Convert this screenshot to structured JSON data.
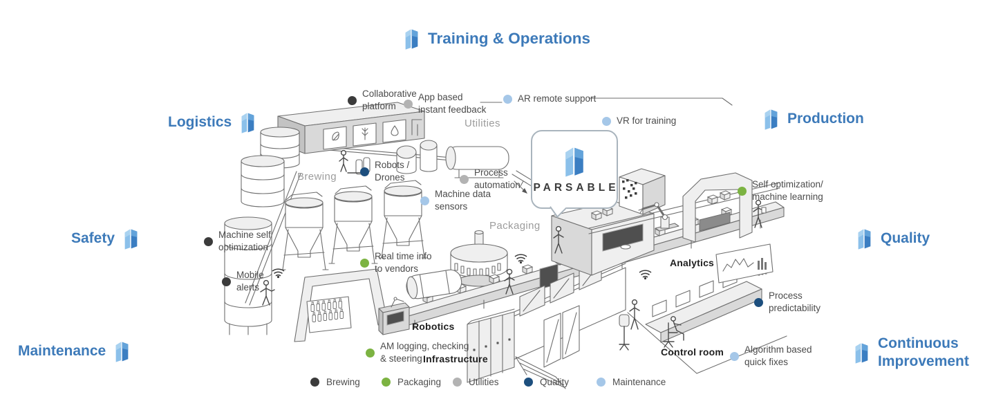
{
  "brand": {
    "name": "PARSABLE"
  },
  "corner_labels": [
    {
      "label": "Training & Operations",
      "position": "top-center"
    },
    {
      "label": "Logistics",
      "position": "left-top"
    },
    {
      "label": "Safety",
      "position": "left-middle"
    },
    {
      "label": "Maintenance",
      "position": "left-bottom"
    },
    {
      "label": "Production",
      "position": "right-top"
    },
    {
      "label": "Quality",
      "position": "right-middle"
    },
    {
      "label": "Continuous\nImprovement",
      "position": "right-bottom"
    }
  ],
  "area_labels": [
    {
      "label": "Brewing"
    },
    {
      "label": "Utilities"
    },
    {
      "label": "Packaging"
    },
    {
      "label": "Robotics"
    },
    {
      "label": "Infrastructure"
    },
    {
      "label": "Analytics"
    },
    {
      "label": "Control room"
    }
  ],
  "callouts": [
    {
      "label": "Collaborative\nplatform",
      "category": "Brewing"
    },
    {
      "label": "App based\ninstant feedback",
      "category": "Utilities"
    },
    {
      "label": "AR remote support",
      "category": "Maintenance"
    },
    {
      "label": "VR for training",
      "category": "Maintenance"
    },
    {
      "label": "Robots /\nDrones",
      "category": "Quality"
    },
    {
      "label": "Process\nautomation",
      "category": "Utilities"
    },
    {
      "label": "Machine data\nsensors",
      "category": "Maintenance"
    },
    {
      "label": "Self optimization/\nmachine learning",
      "category": "Packaging"
    },
    {
      "label": "Machine self\noptimization",
      "category": "Brewing"
    },
    {
      "label": "Real time info\nto vendors",
      "category": "Packaging"
    },
    {
      "label": "Mobile\nalerts",
      "category": "Brewing"
    },
    {
      "label": "Process\npredictability",
      "category": "Quality"
    },
    {
      "label": "AM logging, checking\n& steering",
      "category": "Packaging"
    },
    {
      "label": "Algorithm based\nquick fixes",
      "category": "Maintenance"
    }
  ],
  "legend": {
    "items": [
      {
        "label": "Brewing",
        "color": "#3b3b3b"
      },
      {
        "label": "Packaging",
        "color": "#7cb342"
      },
      {
        "label": "Utilities",
        "color": "#b3b3b3"
      },
      {
        "label": "Quality",
        "color": "#1d4f7e"
      },
      {
        "label": "Maintenance",
        "color": "#a5c7e8"
      }
    ]
  },
  "colors": {
    "accent_blue": "#3d7ab9",
    "callout_text": "#4b4b4b",
    "area_label_muted": "#9c9c9c",
    "area_label_dark": "#202020"
  }
}
